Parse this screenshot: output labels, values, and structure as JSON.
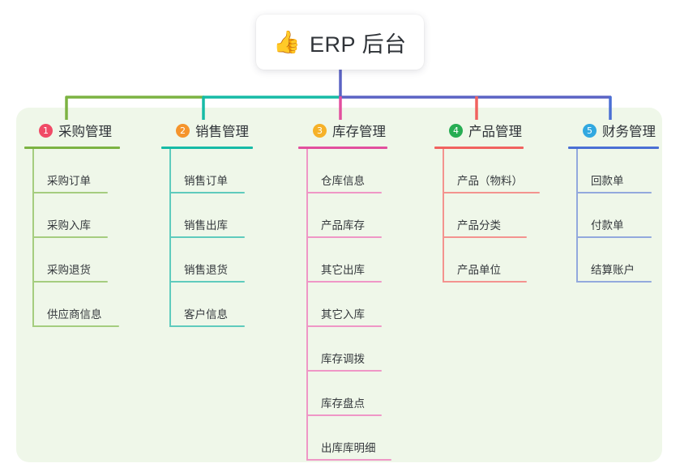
{
  "title": {
    "emoji": "👍",
    "emoji_name": "thumbs-up-emoji",
    "text": "ERP 后台"
  },
  "colors": {
    "panel_background": "#eff7e9",
    "page_background": "#ffffff",
    "card_background": "#ffffff",
    "title_text": "#2f3338",
    "trunk": "#5b63c4"
  },
  "columns": [
    {
      "number": "1",
      "label": "采购管理",
      "badge_color": "#f04a66",
      "line_color": "#7cb342",
      "leaf_line_color": "#a5cd7f",
      "items": [
        "采购订单",
        "采购入库",
        "采购退货",
        "供应商信息"
      ]
    },
    {
      "number": "2",
      "label": "销售管理",
      "badge_color": "#f5942c",
      "line_color": "#16bba6",
      "leaf_line_color": "#5fcbbd",
      "items": [
        "销售订单",
        "销售出库",
        "销售退货",
        "客户信息"
      ]
    },
    {
      "number": "3",
      "label": "库存管理",
      "badge_color": "#f6b128",
      "line_color": "#e24f9e",
      "leaf_line_color": "#ef97c6",
      "items": [
        "仓库信息",
        "产品库存",
        "其它出库",
        "其它入库",
        "库存调拨",
        "库存盘点",
        "出库库明细"
      ]
    },
    {
      "number": "4",
      "label": "产品管理",
      "badge_color": "#27ad53",
      "line_color": "#f1625f",
      "leaf_line_color": "#f4938f",
      "items": [
        "产品（物料）",
        "产品分类",
        "产品单位"
      ]
    },
    {
      "number": "5",
      "label": "财务管理",
      "badge_color": "#31a8e0",
      "line_color": "#4a6fd4",
      "leaf_line_color": "#93a9dd",
      "items": [
        "回款单",
        "付款单",
        "结算账户"
      ]
    }
  ]
}
